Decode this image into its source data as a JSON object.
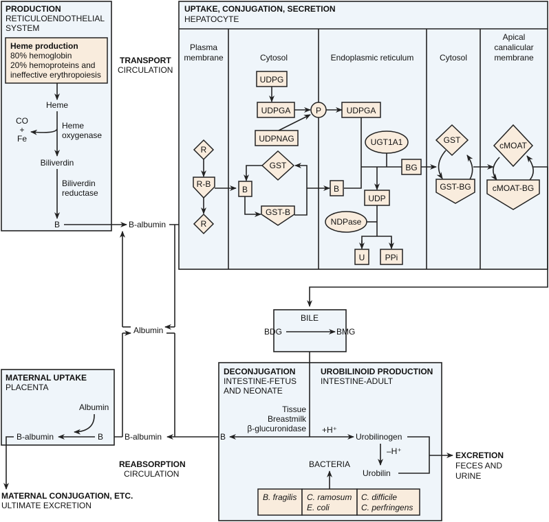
{
  "production": {
    "title": "PRODUCTION",
    "subtitle_1": "RETICULOENDOTHELIAL",
    "subtitle_2": "SYSTEM",
    "heme_box": {
      "title": "Heme production",
      "line_1": "80% hemoglobin",
      "line_2": "20% hemoproteins and",
      "line_3": "ineffective erythropoiesis"
    },
    "heme": "Heme",
    "co": "CO",
    "plus": "+",
    "fe": "Fe",
    "heme_oxygenase_1": "Heme",
    "heme_oxygenase_2": "oxygenase",
    "biliverdin": "Biliverdin",
    "biliverdin_reductase_1": "Biliverdin",
    "biliverdin_reductase_2": "reductase",
    "b": "B"
  },
  "transport": {
    "title": "TRANSPORT",
    "subtitle": "CIRCULATION",
    "b_albumin": "B-albumin",
    "albumin": "Albumin"
  },
  "hepatocyte": {
    "title": "UPTAKE, CONJUGATION, SECRETION",
    "subtitle": "HEPATOCYTE",
    "columns": [
      {
        "label_1": "Plasma",
        "label_2": "membrane"
      },
      {
        "label_1": "Cytosol"
      },
      {
        "label_1": "Endoplasmic reticulum"
      },
      {
        "label_1": "Cytosol"
      },
      {
        "label_1": "Apical",
        "label_2": "canalicular",
        "label_3": "membrane"
      }
    ],
    "nodes": {
      "r_top": "R",
      "r_b": "R-B",
      "r_bottom": "R",
      "b_cytosol": "B",
      "gst_cytosol": "GST",
      "gst_b": "GST-B",
      "udpg": "UDPG",
      "udpga_cytosol": "UDPGA",
      "udpnag": "UDPNAG",
      "p": "P",
      "udpga_er": "UDPGA",
      "ugt1a1": "UGT1A1",
      "b_er": "B",
      "bg": "BG",
      "udp": "UDP",
      "ndpase": "NDPase",
      "u": "U",
      "ppi": "PPi",
      "gst_cytosol2": "GST",
      "gst_bg": "GST-BG",
      "cmoat": "cMOAT",
      "cmoat_bg": "cMOAT-BG"
    }
  },
  "bile": {
    "title": "BILE",
    "bdg": "BDG",
    "bmg": "BMG"
  },
  "maternal_uptake": {
    "title": "MATERNAL UPTAKE",
    "subtitle": "PLACENTA",
    "albumin": "Albumin",
    "b_albumin": "B-albumin",
    "b": "B"
  },
  "maternal_conjugation": {
    "title": "MATERNAL CONJUGATION, ETC.",
    "subtitle": "ULTIMATE EXCRETION"
  },
  "reabsorption": {
    "title": "REABSORPTION",
    "subtitle": "CIRCULATION",
    "b_albumin": "B-albumin"
  },
  "deconjugation": {
    "title": "DECONJUGATION",
    "subtitle_1": "INTESTINE-FETUS",
    "subtitle_2": "AND NEONATE",
    "tissue": "Tissue",
    "breastmilk": "Breastmilk",
    "glucuronidase": "β-glucuronidase",
    "b": "B"
  },
  "urobilinoid": {
    "title": "UROBILINOID PRODUCTION",
    "subtitle": "INTESTINE-ADULT",
    "plus_h": "+H⁺",
    "urobilinogen": "Urobilinogen",
    "minus_h": "–H⁺",
    "urobilin": "Urobilin",
    "bacteria": "BACTERIA",
    "bacteria_table": [
      [
        "B. fragilis",
        ""
      ],
      [
        "C. ramosum",
        "E. coli"
      ],
      [
        "C. difficile",
        "C. perfringens"
      ]
    ]
  },
  "excretion": {
    "title": "EXCRETION",
    "subtitle_1": "FECES AND",
    "subtitle_2": "URINE"
  }
}
